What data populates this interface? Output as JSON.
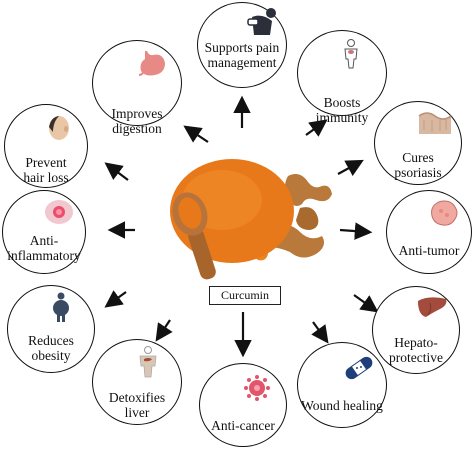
{
  "center": {
    "label": "Curcumin"
  },
  "benefits": [
    {
      "id": "pain",
      "label": "Supports pain\nmanagement",
      "icon": "person-back-pain-icon",
      "color": "#2b2f3a"
    },
    {
      "id": "digestion",
      "label": "Improves\ndigestion",
      "icon": "stomach-icon",
      "color": "#e78a86"
    },
    {
      "id": "immunity",
      "label": "Boosts immunity",
      "icon": "human-body-icon",
      "color": "#c9767c"
    },
    {
      "id": "hair",
      "label": "Prevent\nhair loss",
      "icon": "bald-head-icon",
      "color": "#3a2f2a"
    },
    {
      "id": "psoriasis",
      "label": "Cures\npsoriasis",
      "icon": "skin-layer-icon",
      "color": "#d8b8a0"
    },
    {
      "id": "inflammatory",
      "label": "Anti-\ninflammatory",
      "icon": "inflamed-skin-icon",
      "color": "#e7506c"
    },
    {
      "id": "tumor",
      "label": "Anti-tumor",
      "icon": "tumor-cell-icon",
      "color": "#f0a9a0"
    },
    {
      "id": "obesity",
      "label": "Reduces\nobesity",
      "icon": "overweight-person-icon",
      "color": "#3b4a63"
    },
    {
      "id": "hepato",
      "label": "Hepato-\nprotective",
      "icon": "liver-icon",
      "color": "#a34b3c"
    },
    {
      "id": "liver",
      "label": "Detoxifies\nliver",
      "icon": "body-liver-icon",
      "color": "#d9c6b3"
    },
    {
      "id": "wound",
      "label": "Wound healing",
      "icon": "bandage-icon",
      "color": "#1f3f7a"
    },
    {
      "id": "cancer",
      "label": "Anti-cancer",
      "icon": "cancer-cell-icon",
      "color": "#e2556b"
    }
  ],
  "turmeric": {
    "powder_color": "#e8791a",
    "root_color": "#b8793a",
    "spoon_color": "#a8652b"
  }
}
